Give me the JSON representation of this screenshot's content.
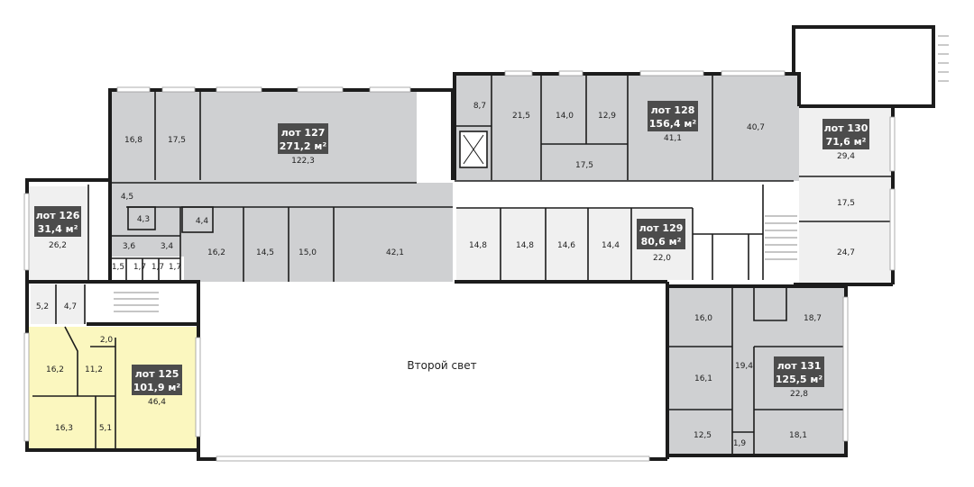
{
  "plan": {
    "central_label": "Второй свет",
    "colors": {
      "occupied": "#cfd0d2",
      "free": "#f0f0f0",
      "highlight": "#fbf7bf",
      "lot_badge": "#4c4c4c"
    },
    "lots": [
      {
        "id": "127",
        "title": "лот 127",
        "area": "271,2 м²",
        "status": "occupied"
      },
      {
        "id": "128",
        "title": "лот 128",
        "area": "156,4 м²",
        "status": "occupied"
      },
      {
        "id": "130",
        "title": "лот 130",
        "area": "71,6 м²",
        "status": "free"
      },
      {
        "id": "126",
        "title": "лот 126",
        "area": "31,4 м²",
        "status": "free"
      },
      {
        "id": "129",
        "title": "лот 129",
        "area": "80,6 м²",
        "status": "free"
      },
      {
        "id": "125",
        "title": "лот 125",
        "area": "101,9 м²",
        "status": "highlight"
      },
      {
        "id": "131",
        "title": "лот 131",
        "area": "125,5 м²",
        "status": "occupied"
      }
    ],
    "room_labels": [
      "16,8",
      "17,5",
      "122,3",
      "8,7",
      "21,5",
      "14,0",
      "12,9",
      "41,1",
      "40,7",
      "17,5",
      "29,4",
      "17,5",
      "24,7",
      "4,5",
      "4,3",
      "4,4",
      "3,6",
      "3,4",
      "16,2",
      "14,5",
      "15,0",
      "42,1",
      "1,5",
      "1,7",
      "1,7",
      "1,7",
      "26,2",
      "14,8",
      "14,8",
      "14,6",
      "14,4",
      "22,0",
      "5,2",
      "4,7",
      "2,0",
      "16,2",
      "11,2",
      "46,4",
      "16,3",
      "5,1",
      "16,0",
      "18,7",
      "16,1",
      "19,4",
      "22,8",
      "12,5",
      "1,9",
      "18,1"
    ]
  }
}
